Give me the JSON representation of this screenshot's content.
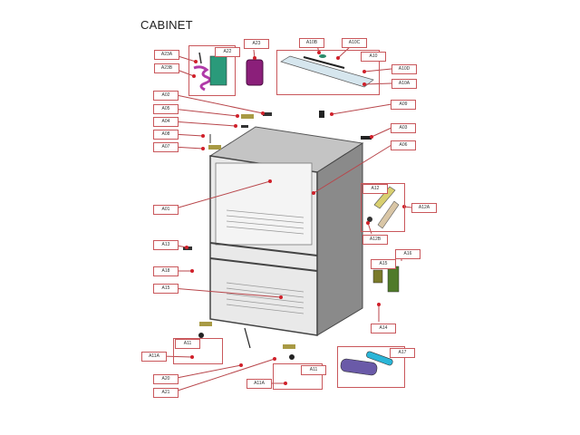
{
  "title": "CABINET",
  "labels": {
    "A23A": "A23A",
    "A23B": "A23B",
    "A22": "A22",
    "A23": "A23",
    "A10B": "A10B",
    "A10C": "A10C",
    "A10": "A10",
    "A10D": "A10D",
    "A10A": "A10A",
    "A02": "A02",
    "A05": "A05",
    "A04": "A04",
    "A08": "A08",
    "A07": "A07",
    "A09": "A09",
    "A03": "A03",
    "A06": "A06",
    "A01": "A01",
    "A12": "A12",
    "A12A": "A12A",
    "A12B": "A12B",
    "A13": "A13",
    "A18": "A18",
    "A15": "A15",
    "A16": "A16",
    "A14": "A14",
    "A11": "A11",
    "A11A": "A11A",
    "A20": "A20",
    "A21": "A21",
    "A11b": "A11",
    "A11bA": "A11A",
    "A17": "A17"
  },
  "colors": {
    "label_border": "#c9575b",
    "leader_dot": "#d0202a",
    "cabinet_gray": "#8a8a8a",
    "evaporator_magenta": "#b03aa8",
    "filter_purple": "#8b1f7a",
    "board_green": "#6f7a2a",
    "tank_blue": "#2ab6d8",
    "tank_purple": "#6a5aa8"
  }
}
